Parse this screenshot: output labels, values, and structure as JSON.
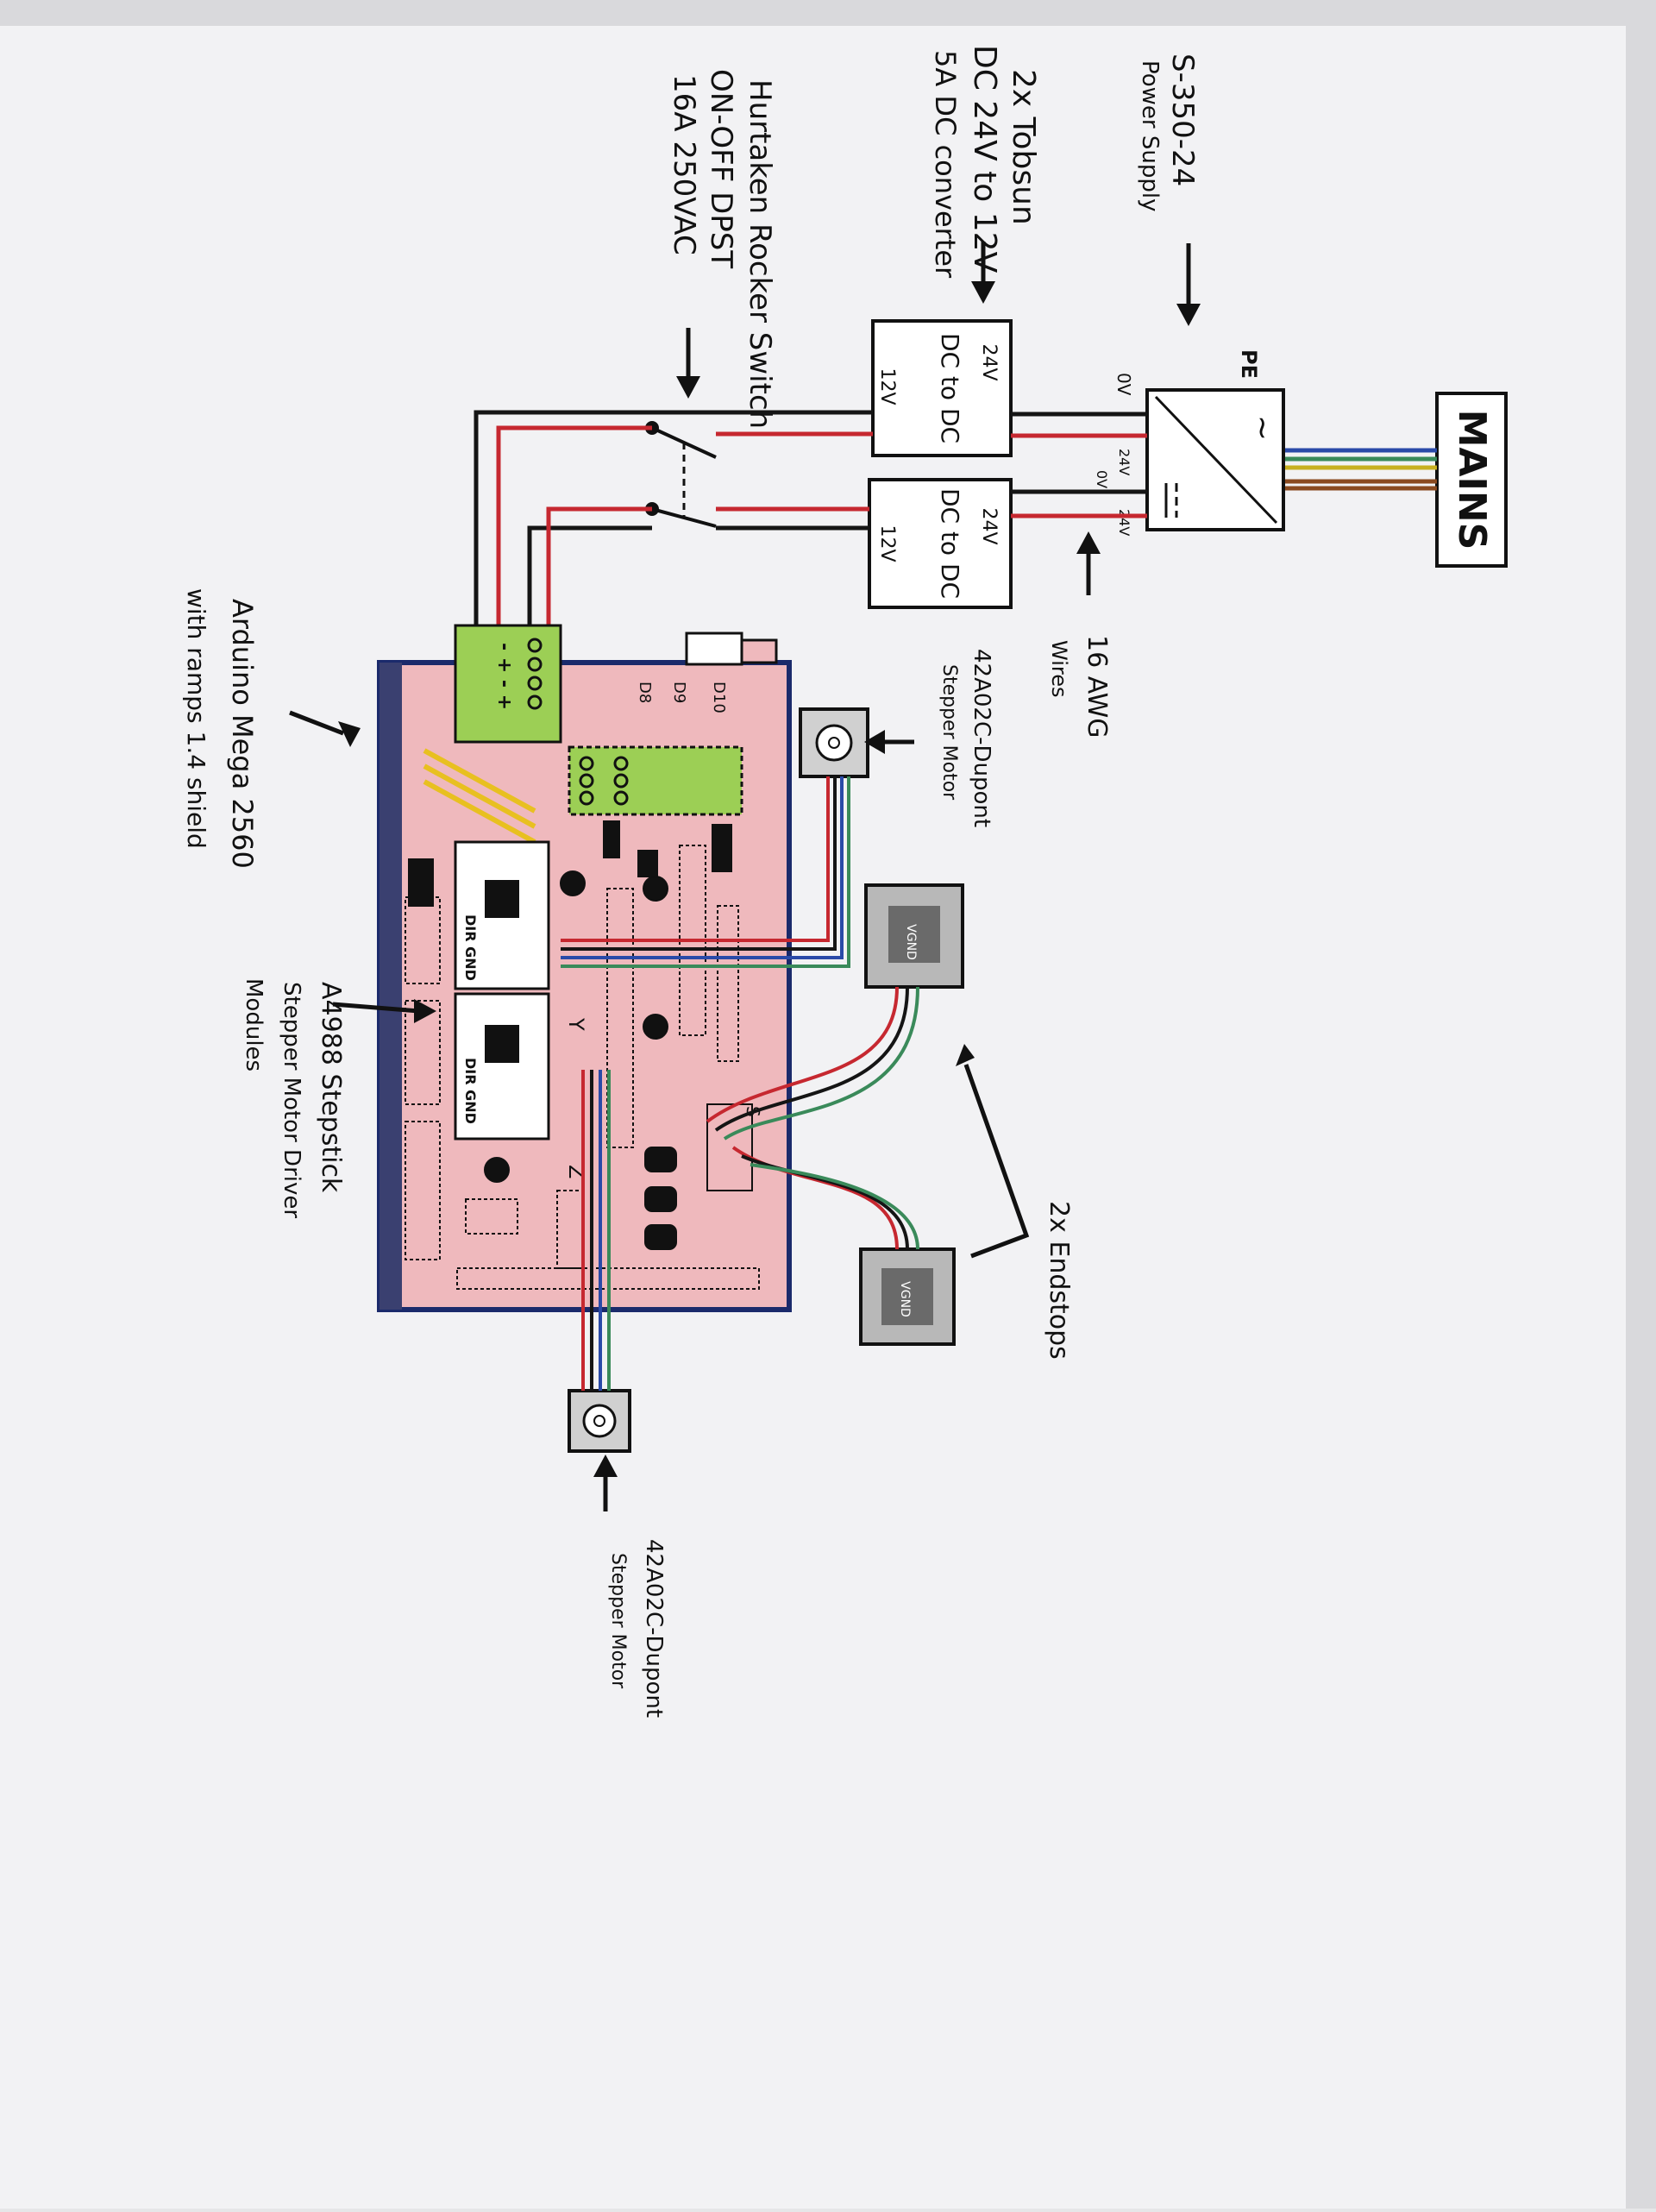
{
  "labels": {
    "mains": "MAINS",
    "psu_title_1": "S-350-24",
    "psu_title_2": "Power Supply",
    "psu_pe": "PE",
    "psu_symbol": "~",
    "psu_0v_a": "0V",
    "psu_24v_a": "24V",
    "psu_0v_b": "0V",
    "psu_24v_b": "24V",
    "conv_title_1": "2x Tobsun",
    "conv_title_2": "DC 24V to 12V",
    "conv_title_3": "5A DC converter",
    "conv1_in": "24V",
    "conv1_body": "DC to DC",
    "conv1_out": "12V",
    "conv2_in": "24V",
    "conv2_body": "DC to DC",
    "conv2_out": "12V",
    "switch_title_1": "Hurtaken Rocker Switch",
    "switch_title_2": "ON-OFF DPST",
    "switch_title_3": "16A 250VAC",
    "wire_gauge_1": "16 AWG",
    "wire_gauge_2": "Wires",
    "motor1_title_1": "42A02C-Dupont",
    "motor1_title_2": "Stepper Motor",
    "motor2_title_1": "42A02C-Dupont",
    "motor2_title_2": "Stepper Motor",
    "board_title_1": "Arduino Mega 2560",
    "board_title_2": "with ramps 1.4 shield",
    "driver_title_1": "A4988 Stepstick",
    "driver_title_2": "Stepper Motor Driver",
    "driver_title_3": "Modules",
    "endstops_title": "2x Endstops",
    "term_signs": "- + - +",
    "d10": "D10",
    "d9": "D9",
    "d8": "D8",
    "pin_minus": "-",
    "pin_plus": "+",
    "drv1_pins": "DIR GND",
    "drv2_pins": "DIR GND",
    "y_mark": "Y",
    "z_mark": "Z",
    "s_mark": "S",
    "endstop1_label": "VGND",
    "endstop2_label": "VGND"
  },
  "colors": {
    "paper": "#f4f4f6",
    "board_fill": "#efb9bd",
    "board_border": "#1b2a6b",
    "terminal_green": "#9ccf55",
    "wire_red": "#c62830",
    "wire_black": "#151515",
    "wire_blue": "#2a4aa8",
    "wire_green": "#3a8a5a",
    "wire_brown": "#8a4a20",
    "stripe_yellow": "#e8c020"
  }
}
